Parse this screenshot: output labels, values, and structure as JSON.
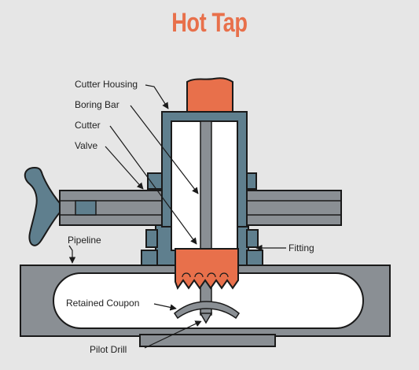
{
  "title": "Hot Tap",
  "colors": {
    "background": "#e6e6e6",
    "title": "#e8704b",
    "cutter_orange": "#e8704b",
    "steel_gray": "#8a8f94",
    "slate_blue": "#5f7f8e",
    "pipe_interior": "#ffffff",
    "outline": "#1a1a1a",
    "label_text": "#222222"
  },
  "labels": {
    "cutter_housing": "Cutter Housing",
    "boring_bar": "Boring Bar",
    "cutter": "Cutter",
    "valve": "Valve",
    "pipeline": "Pipeline",
    "fitting": "Fitting",
    "retained_coupon": "Retained Coupon",
    "pilot_drill": "Pilot Drill"
  }
}
